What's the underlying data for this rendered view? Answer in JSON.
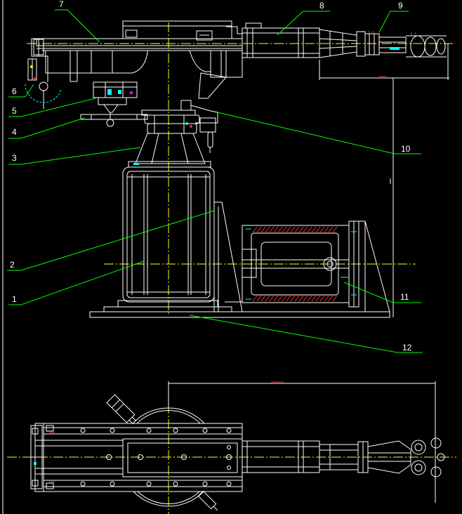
{
  "drawing": {
    "background_color": "#000000",
    "line_color": "#ffffff",
    "centerline_color": "#ffff00",
    "leader_color": "#00ff00"
  },
  "callouts": [
    "1",
    "2",
    "3",
    "4",
    "5",
    "6",
    "7",
    "8",
    "9",
    "10",
    "11",
    "12"
  ]
}
